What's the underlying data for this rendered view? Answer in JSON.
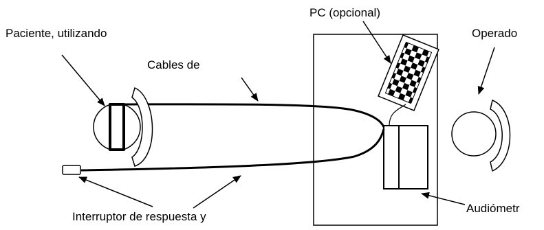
{
  "labels": {
    "patient": "Paciente, utilizando",
    "pc": "PC (opcional)",
    "operator": "Operado",
    "cables": "Cables de",
    "switch": "Interruptor de respuesta y",
    "audiometer": "Audiómetr"
  },
  "colors": {
    "ink": "#000000",
    "background": "#ffffff"
  }
}
